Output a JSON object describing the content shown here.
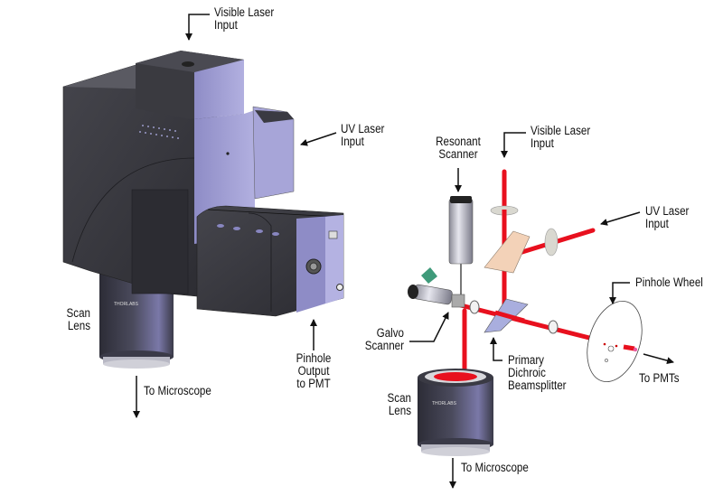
{
  "figure": {
    "type": "optical system diagram",
    "left_panel": {
      "description": "3D housing of confocal scan head",
      "labels": {
        "visible_laser_input": [
          "Visible Laser",
          "Input"
        ],
        "uv_laser_input": [
          "UV Laser",
          "Input"
        ],
        "pinhole_output": [
          "Pinhole",
          "Output",
          "to PMT"
        ],
        "scan_lens": [
          "Scan",
          "Lens"
        ],
        "to_microscope": "To Microscope"
      }
    },
    "right_panel": {
      "description": "Internal beam path schematic",
      "labels": {
        "resonant_scanner": [
          "Resonant",
          "Scanner"
        ],
        "visible_laser_input": [
          "Visible Laser",
          "Input"
        ],
        "uv_laser_input": [
          "UV Laser",
          "Input"
        ],
        "pinhole_wheel": "Pinhole Wheel",
        "galvo_scanner": [
          "Galvo",
          "Scanner"
        ],
        "primary_dichroic": [
          "Primary",
          "Dichroic",
          "Beamsplitter"
        ],
        "to_pmts": "To PMTs",
        "scan_lens": [
          "Scan",
          "Lens"
        ],
        "to_microscope": "To Microscope"
      }
    },
    "colors": {
      "housing_dark": "#3a3a40",
      "housing_purple": "#9a98d0",
      "laser_beam": "#e8101e",
      "dichroic": "#a9aede",
      "mirror_peach": "#f3d2b8",
      "galvo_green": "#3f9a7a",
      "lens_body": "#3c3c4a"
    }
  }
}
